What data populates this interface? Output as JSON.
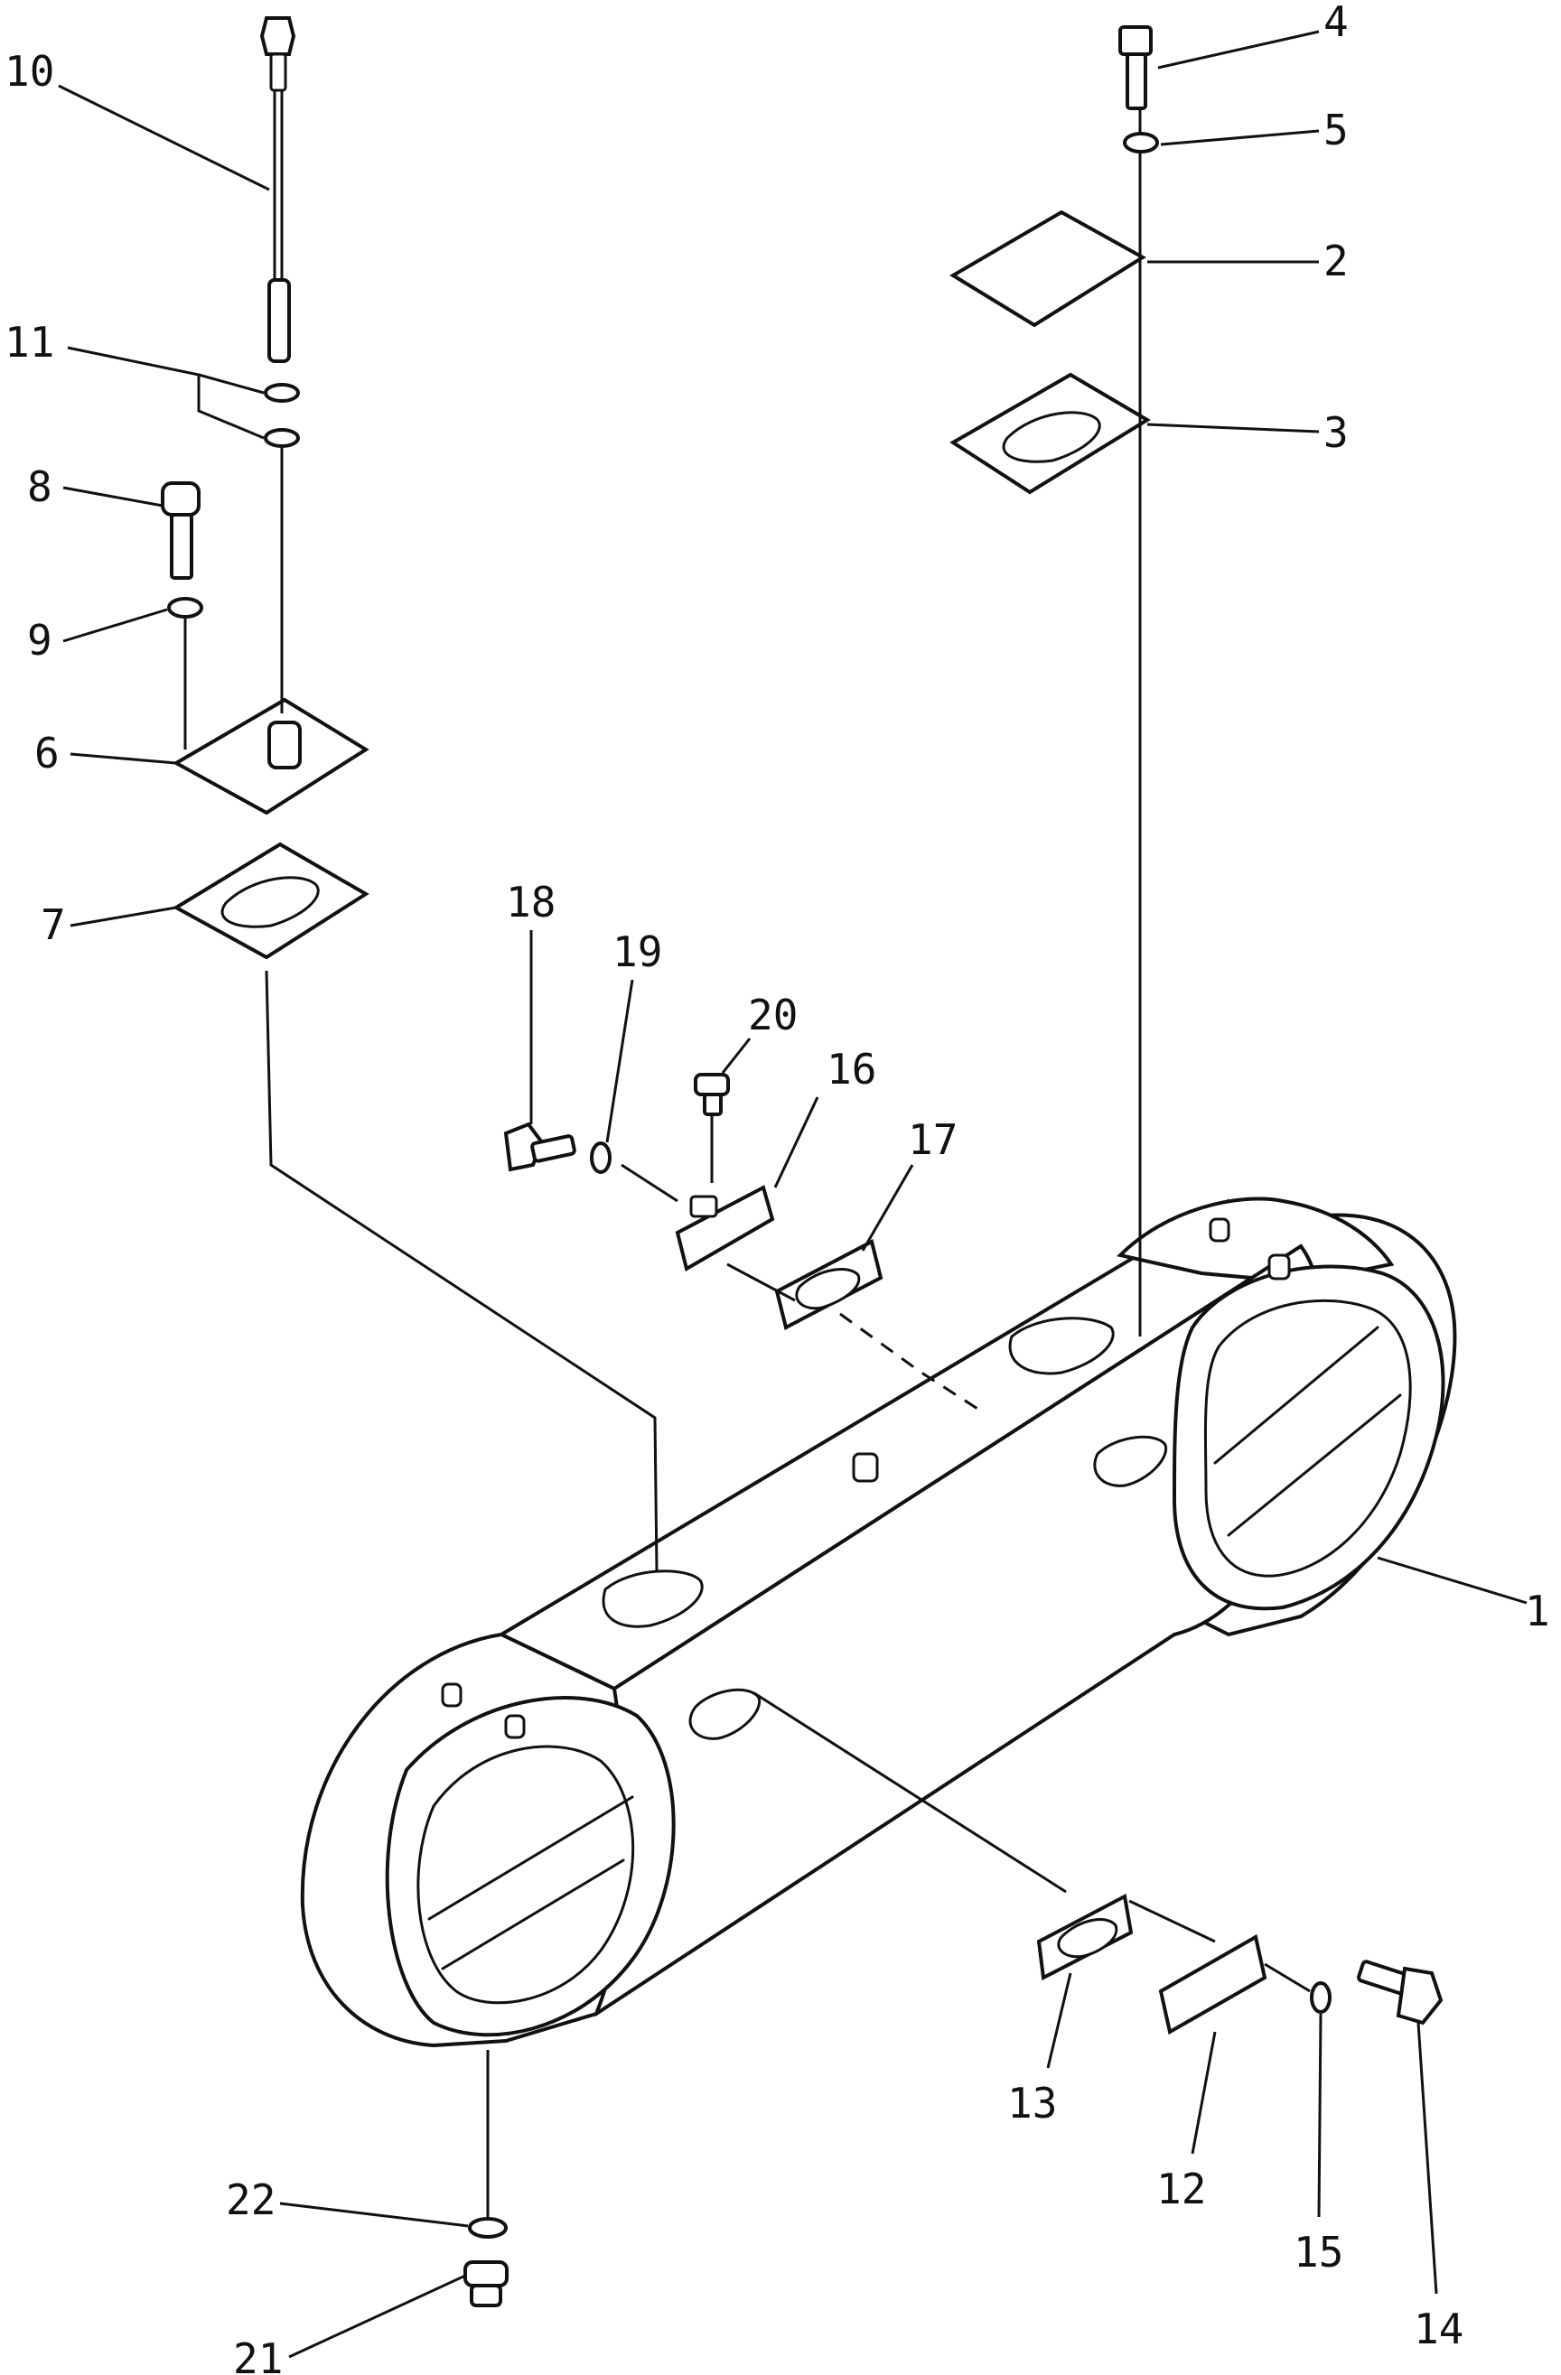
{
  "diagram": {
    "callouts": [
      {
        "id": "1",
        "label": "1"
      },
      {
        "id": "2",
        "label": "2"
      },
      {
        "id": "3",
        "label": "3"
      },
      {
        "id": "4",
        "label": "4"
      },
      {
        "id": "5",
        "label": "5"
      },
      {
        "id": "6",
        "label": "6"
      },
      {
        "id": "7",
        "label": "7"
      },
      {
        "id": "8",
        "label": "8"
      },
      {
        "id": "9",
        "label": "9"
      },
      {
        "id": "10",
        "label": "10"
      },
      {
        "id": "11",
        "label": "11"
      },
      {
        "id": "12",
        "label": "12"
      },
      {
        "id": "13",
        "label": "13"
      },
      {
        "id": "14",
        "label": "14"
      },
      {
        "id": "15",
        "label": "15"
      },
      {
        "id": "16",
        "label": "16"
      },
      {
        "id": "17",
        "label": "17"
      },
      {
        "id": "18",
        "label": "18"
      },
      {
        "id": "19",
        "label": "19"
      },
      {
        "id": "20",
        "label": "20"
      },
      {
        "id": "21",
        "label": "21"
      },
      {
        "id": "22",
        "label": "22"
      }
    ],
    "colors": {
      "ink": "#111111",
      "paper": "#ffffff"
    }
  }
}
